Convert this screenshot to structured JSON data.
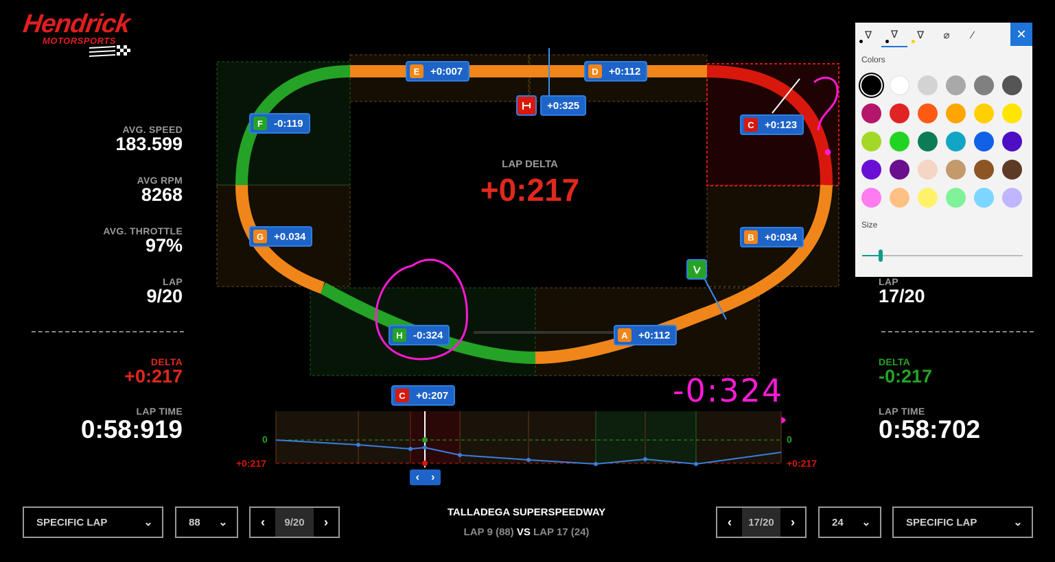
{
  "logo": {
    "main": "Hendrick",
    "sub": "MOTORSPORTS"
  },
  "left": {
    "avg_speed_label": "AVG. SPEED",
    "avg_speed": "183.599",
    "avg_rpm_label": "AVG RPM",
    "avg_rpm": "8268",
    "avg_throttle_label": "AVG. THROTTLE",
    "avg_throttle": "97%",
    "lap_label": "LAP",
    "lap": "9/20",
    "delta_label": "DELTA",
    "delta": "+0:217",
    "lap_time_label": "LAP TIME",
    "lap_time": "0:58:919"
  },
  "right": {
    "lap_label": "LAP",
    "lap": "17/20",
    "delta_label": "DELTA",
    "delta": "-0:217",
    "lap_time_label": "LAP TIME",
    "lap_time": "0:58:702"
  },
  "center": {
    "lap_delta_label": "LAP DELTA",
    "lap_delta": "+0:217"
  },
  "segments": [
    {
      "letter": "E",
      "value": "+0:007",
      "color": "#f0861a"
    },
    {
      "letter": "D",
      "value": "+0:112",
      "color": "#f0861a"
    },
    {
      "letter": "C",
      "value": "+0:123",
      "color": "#d8180c"
    },
    {
      "letter": "B",
      "value": "+0:034",
      "color": "#f0861a"
    },
    {
      "letter": "A",
      "value": "+0:112",
      "color": "#f0861a"
    },
    {
      "letter": "H",
      "value": "-0:324",
      "color": "#25a326"
    },
    {
      "letter": "G",
      "value": "+0.034",
      "color": "#f0861a"
    },
    {
      "letter": "F",
      "value": "-0:119",
      "color": "#25a326"
    }
  ],
  "finish_marker": {
    "value": "+0:325"
  },
  "chart": {
    "marker_letter": "C",
    "marker_value": "+0:207",
    "zero_label": "0",
    "bottom_label": "+0:217"
  },
  "annotation": {
    "text": "-0:324",
    "question": "?"
  },
  "footer": {
    "left_mode": "SPECIFIC LAP",
    "left_car": "88",
    "left_lap": "9/20",
    "track_name": "TALLADEGA SUPERSPEEDWAY",
    "compare_a": "LAP 9 (88)",
    "vs": "VS",
    "compare_b": "LAP 17 (24)",
    "right_lap": "17/20",
    "right_car": "24",
    "right_mode": "SPECIFIC LAP"
  },
  "ink_panel": {
    "colors_label": "Colors",
    "size_label": "Size",
    "close_icon": "close-icon",
    "size_level": 0.08,
    "swatches": [
      "#000000",
      "#ffffff",
      "#d3d3d3",
      "#a9a9a9",
      "#808080",
      "#555555",
      "#b5166b",
      "#e02424",
      "#ff5a14",
      "#ffa500",
      "#ffd000",
      "#ffe500",
      "#a3d926",
      "#22d422",
      "#0a7d58",
      "#12a6c4",
      "#1060e8",
      "#4d0ec4",
      "#6a0fd6",
      "#6a0f8e",
      "#f5d5c3",
      "#c29a6c",
      "#8c5526",
      "#5c3a26",
      "#ff7bf0",
      "#ffc183",
      "#fff26b",
      "#7ff29a",
      "#7cd6ff",
      "#c0b6ff"
    ]
  }
}
